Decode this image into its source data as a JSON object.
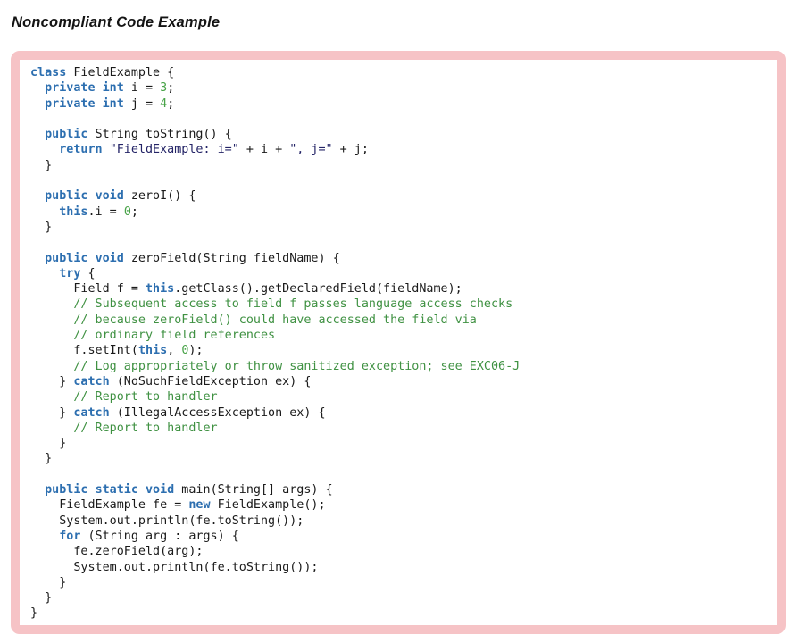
{
  "heading": {
    "text": "Noncompliant Code Example"
  },
  "code_panel": {
    "style": "noncompliant",
    "border_color": "#f6c3c6",
    "background": "#ffffff"
  },
  "code": {
    "language": "java",
    "token_colors": {
      "keyword": "#2d6fb0",
      "plain": "#1a1a1a",
      "number": "#48a348",
      "string": "#232366",
      "comment": "#3f9142"
    },
    "lines": [
      [
        {
          "t": "class",
          "y": "k"
        },
        {
          "t": " FieldExample {",
          "y": "p"
        }
      ],
      [
        {
          "t": "  ",
          "y": "p"
        },
        {
          "t": "private",
          "y": "k"
        },
        {
          "t": " ",
          "y": "p"
        },
        {
          "t": "int",
          "y": "k"
        },
        {
          "t": " i = ",
          "y": "p"
        },
        {
          "t": "3",
          "y": "n"
        },
        {
          "t": ";",
          "y": "p"
        }
      ],
      [
        {
          "t": "  ",
          "y": "p"
        },
        {
          "t": "private",
          "y": "k"
        },
        {
          "t": " ",
          "y": "p"
        },
        {
          "t": "int",
          "y": "k"
        },
        {
          "t": " j = ",
          "y": "p"
        },
        {
          "t": "4",
          "y": "n"
        },
        {
          "t": ";",
          "y": "p"
        }
      ],
      [],
      [
        {
          "t": "  ",
          "y": "p"
        },
        {
          "t": "public",
          "y": "k"
        },
        {
          "t": " String toString() {",
          "y": "p"
        }
      ],
      [
        {
          "t": "    ",
          "y": "p"
        },
        {
          "t": "return",
          "y": "k"
        },
        {
          "t": " ",
          "y": "p"
        },
        {
          "t": "\"FieldExample: i=\"",
          "y": "s"
        },
        {
          "t": " + i + ",
          "y": "p"
        },
        {
          "t": "\", j=\"",
          "y": "s"
        },
        {
          "t": " + j;",
          "y": "p"
        }
      ],
      [
        {
          "t": "  }",
          "y": "p"
        }
      ],
      [],
      [
        {
          "t": "  ",
          "y": "p"
        },
        {
          "t": "public",
          "y": "k"
        },
        {
          "t": " ",
          "y": "p"
        },
        {
          "t": "void",
          "y": "k"
        },
        {
          "t": " zeroI() {",
          "y": "p"
        }
      ],
      [
        {
          "t": "    ",
          "y": "p"
        },
        {
          "t": "this",
          "y": "k"
        },
        {
          "t": ".i = ",
          "y": "p"
        },
        {
          "t": "0",
          "y": "n"
        },
        {
          "t": ";",
          "y": "p"
        }
      ],
      [
        {
          "t": "  }",
          "y": "p"
        }
      ],
      [],
      [
        {
          "t": "  ",
          "y": "p"
        },
        {
          "t": "public",
          "y": "k"
        },
        {
          "t": " ",
          "y": "p"
        },
        {
          "t": "void",
          "y": "k"
        },
        {
          "t": " zeroField(String fieldName) {",
          "y": "p"
        }
      ],
      [
        {
          "t": "    ",
          "y": "p"
        },
        {
          "t": "try",
          "y": "k"
        },
        {
          "t": " {",
          "y": "p"
        }
      ],
      [
        {
          "t": "      Field f = ",
          "y": "p"
        },
        {
          "t": "this",
          "y": "k"
        },
        {
          "t": ".getClass().getDeclaredField(fieldName);",
          "y": "p"
        }
      ],
      [
        {
          "t": "      ",
          "y": "p"
        },
        {
          "t": "// Subsequent access to field f passes language access checks",
          "y": "c"
        }
      ],
      [
        {
          "t": "      ",
          "y": "p"
        },
        {
          "t": "// because zeroField() could have accessed the field via",
          "y": "c"
        }
      ],
      [
        {
          "t": "      ",
          "y": "p"
        },
        {
          "t": "// ordinary field references",
          "y": "c"
        }
      ],
      [
        {
          "t": "      f.setInt(",
          "y": "p"
        },
        {
          "t": "this",
          "y": "k"
        },
        {
          "t": ", ",
          "y": "p"
        },
        {
          "t": "0",
          "y": "n"
        },
        {
          "t": ");",
          "y": "p"
        }
      ],
      [
        {
          "t": "      ",
          "y": "p"
        },
        {
          "t": "// Log appropriately or throw sanitized exception; see EXC06-J",
          "y": "c"
        }
      ],
      [
        {
          "t": "    } ",
          "y": "p"
        },
        {
          "t": "catch",
          "y": "k"
        },
        {
          "t": " (NoSuchFieldException ex) {",
          "y": "p"
        }
      ],
      [
        {
          "t": "      ",
          "y": "p"
        },
        {
          "t": "// Report to handler",
          "y": "c"
        }
      ],
      [
        {
          "t": "    } ",
          "y": "p"
        },
        {
          "t": "catch",
          "y": "k"
        },
        {
          "t": " (IllegalAccessException ex) {",
          "y": "p"
        }
      ],
      [
        {
          "t": "      ",
          "y": "p"
        },
        {
          "t": "// Report to handler",
          "y": "c"
        }
      ],
      [
        {
          "t": "    }",
          "y": "p"
        }
      ],
      [
        {
          "t": "  }",
          "y": "p"
        }
      ],
      [],
      [
        {
          "t": "  ",
          "y": "p"
        },
        {
          "t": "public",
          "y": "k"
        },
        {
          "t": " ",
          "y": "p"
        },
        {
          "t": "static",
          "y": "k"
        },
        {
          "t": " ",
          "y": "p"
        },
        {
          "t": "void",
          "y": "k"
        },
        {
          "t": " main(String[] args) {",
          "y": "p"
        }
      ],
      [
        {
          "t": "    FieldExample fe = ",
          "y": "p"
        },
        {
          "t": "new",
          "y": "k"
        },
        {
          "t": " FieldExample();",
          "y": "p"
        }
      ],
      [
        {
          "t": "    System.out.println(fe.toString());",
          "y": "p"
        }
      ],
      [
        {
          "t": "    ",
          "y": "p"
        },
        {
          "t": "for",
          "y": "k"
        },
        {
          "t": " (String arg : args) {",
          "y": "p"
        }
      ],
      [
        {
          "t": "      fe.zeroField(arg);",
          "y": "p"
        }
      ],
      [
        {
          "t": "      System.out.println(fe.toString());",
          "y": "p"
        }
      ],
      [
        {
          "t": "    }",
          "y": "p"
        }
      ],
      [
        {
          "t": "  }",
          "y": "p"
        }
      ],
      [
        {
          "t": "}",
          "y": "p"
        }
      ]
    ]
  }
}
